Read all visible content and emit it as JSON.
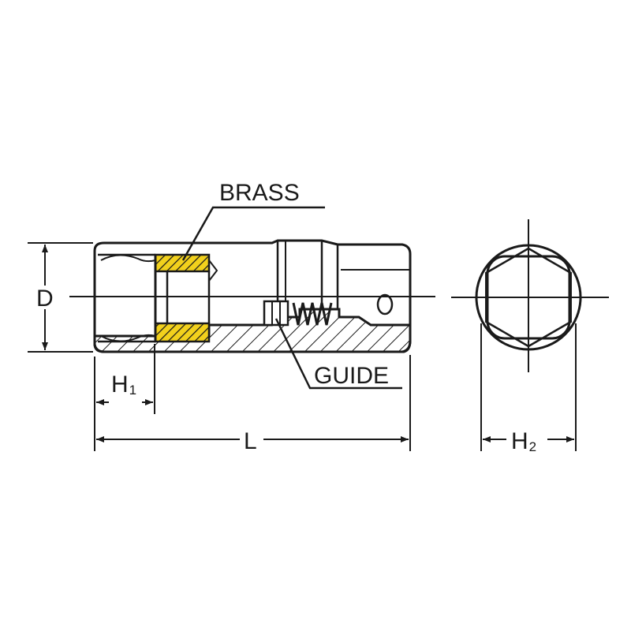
{
  "labels": {
    "brass": "BRASS",
    "guide": "GUIDE",
    "d": "D",
    "h1_main": "H",
    "h1_sub": "1",
    "l": "L",
    "h2_main": "H",
    "h2_sub": "2"
  },
  "colors": {
    "outline": "#1a1a1a",
    "brass": "#f2d11c",
    "background": "#ffffff"
  }
}
